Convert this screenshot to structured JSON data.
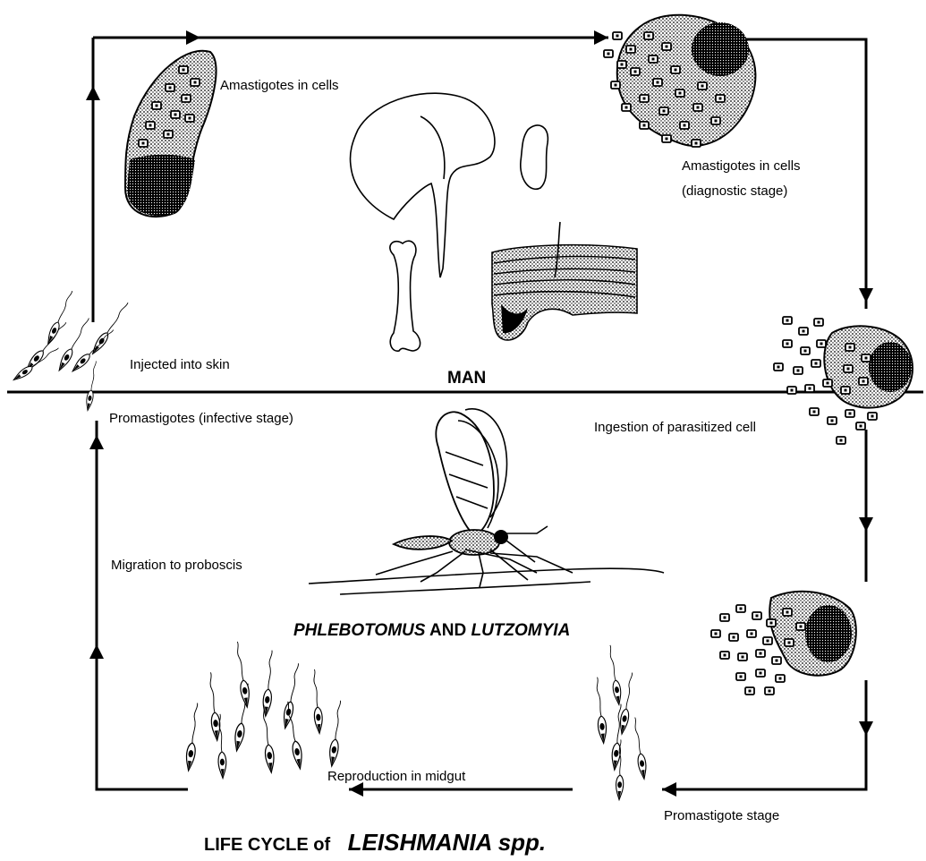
{
  "labels": {
    "amastigotes_top_left": "Amastigotes in cells",
    "amastigotes_right_line1": "Amastigotes in cells",
    "amastigotes_right_line2": "(diagnostic stage)",
    "injected": "Injected into skin",
    "man": "MAN",
    "promastigotes_infective": "Promastigotes (infective stage)",
    "ingestion": "Ingestion of parasitized cell",
    "migration": "Migration to proboscis",
    "vector_a": "PHLEBOTOMUS",
    "vector_and": " AND ",
    "vector_b": "LUTZOMYIA",
    "reproduction": "Reproduction in midgut",
    "promastigote_stage": "Promastigote stage",
    "title_plain": "LIFE CYCLE of ",
    "title_italic": "LEISHMANIA spp."
  },
  "icons": {
    "cell_top_left": "parasitized-cell",
    "cell_top_right": "parasitized-cell-large",
    "cell_right_mid": "ruptured-cell",
    "cell_right_lower": "ruptured-cell",
    "organs": "liver-spleen-bone-skin",
    "sandfly": "sandfly",
    "promastigotes_skin": "promastigote-cluster",
    "promastigotes_midgut": "promastigote-cluster",
    "promastigotes_stage": "promastigote-cluster"
  },
  "colors": {
    "line": "#000000",
    "background": "#ffffff"
  }
}
